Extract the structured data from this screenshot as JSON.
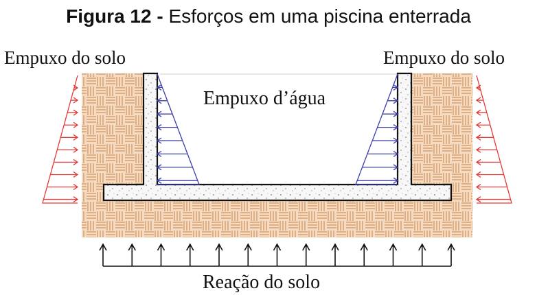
{
  "figure": {
    "label": "Figura 12 -",
    "title": "Esforços em uma piscina enterrada"
  },
  "labels": {
    "soil_thrust_left": "Empuxo do solo",
    "soil_thrust_right": "Empuxo do solo",
    "water_thrust": "Empuxo d’água",
    "soil_reaction": "Reação do solo"
  },
  "colors": {
    "soil_fill": "#f3dcc6",
    "soil_pattern": "#d9955a",
    "concrete": "#f7f7f7",
    "soil_arrows": "#e53935",
    "water_arrows": "#3b3fa8",
    "reaction_arrows": "#111111"
  }
}
